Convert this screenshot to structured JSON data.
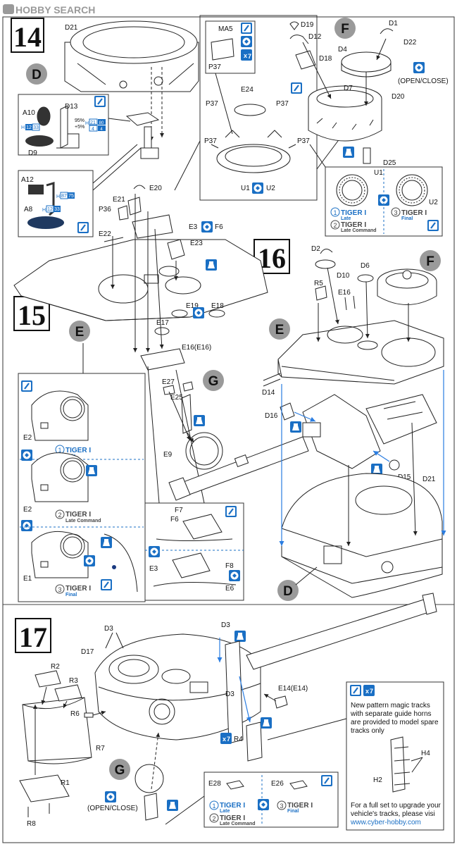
{
  "watermark": "HOBBY SEARCH",
  "steps": {
    "s14": "14",
    "s15": "15",
    "s16": "16",
    "s17": "17"
  },
  "sub_letters": {
    "d_top": "D",
    "e_15": "E",
    "g_15": "G",
    "f_top": "F",
    "f_16": "F",
    "e_16": "E",
    "d_16": "D",
    "g_17": "G"
  },
  "labels": {
    "D21_top": "D21",
    "A10": "A10",
    "D13": "D13",
    "D9": "D9",
    "A12": "A12",
    "A8": "A8",
    "E20": "E20",
    "E21": "E21",
    "P36": "P36",
    "E3F6": "E3",
    "F6": "F6",
    "E22": "E22",
    "E23": "E23",
    "E19": "E19",
    "E18": "E18",
    "E17": "E17",
    "E16E16": "E16(E16)",
    "MA5": "MA5",
    "P37a": "P37",
    "P37b": "P37",
    "P37c": "P37",
    "P37d": "P37",
    "P37e": "P37",
    "E24": "E24",
    "U1a": "U1",
    "U2a": "U2",
    "D19": "D19",
    "D12": "D12",
    "D18": "D18",
    "D1": "D1",
    "D4": "D4",
    "D22": "D22",
    "open_close_1": "(OPEN/CLOSE)",
    "D7": "D7",
    "D20": "D20",
    "D25": "D25",
    "U1b": "U1",
    "U2b": "U2",
    "E2a": "E2",
    "E2b": "E2",
    "E1": "E1",
    "E27": "E27",
    "E25": "E25",
    "E9": "E9",
    "F7": "F7",
    "F6b": "F6",
    "E3b": "E3",
    "F8": "F8",
    "E6": "E6",
    "D2": "D2",
    "D10": "D10",
    "D6": "D6",
    "R5": "R5",
    "E16": "E16",
    "D14": "D14",
    "D16": "D16",
    "D15": "D15",
    "D21_16": "D21",
    "D3a": "D3",
    "D3b": "D3",
    "D3c": "D3",
    "D17": "D17",
    "R2": "R2",
    "R3": "R3",
    "R6": "R6",
    "R7": "R7",
    "R1": "R1",
    "R8": "R8",
    "R4": "R4",
    "E14E14": "E14(E14)",
    "E28": "E28",
    "E26": "E26",
    "open_close_2": "(OPEN/CLOSE)",
    "H2": "H2",
    "H4": "H4"
  },
  "paint": {
    "pct95": "95%",
    "pct5": "+5%",
    "h21": "21",
    "h4a": "4",
    "h12a": "12",
    "h33a": "33",
    "h87": "87",
    "h75": "75",
    "h12b": "12",
    "h33b": "33",
    "x7a": "7",
    "x7b": "7",
    "x7c": "7",
    "h_prefix": "H"
  },
  "variants": {
    "tiger": "TIGER I",
    "late": "Late",
    "late_command": "Late Command",
    "final": "Final",
    "n1": "1",
    "n2": "2",
    "n3": "3"
  },
  "track_note": {
    "line1": "New pattern magic tracks",
    "line2": "with separate guide horns",
    "line3": "are provided to model spare",
    "line4": "tracks only",
    "foot1": "For a full set to upgrade your",
    "foot2": "vehicle's tracks, please visi",
    "url": "www.cyber-hobby.com"
  },
  "colors": {
    "blue": "#1a6fc4",
    "grey": "#9a9a9a"
  }
}
